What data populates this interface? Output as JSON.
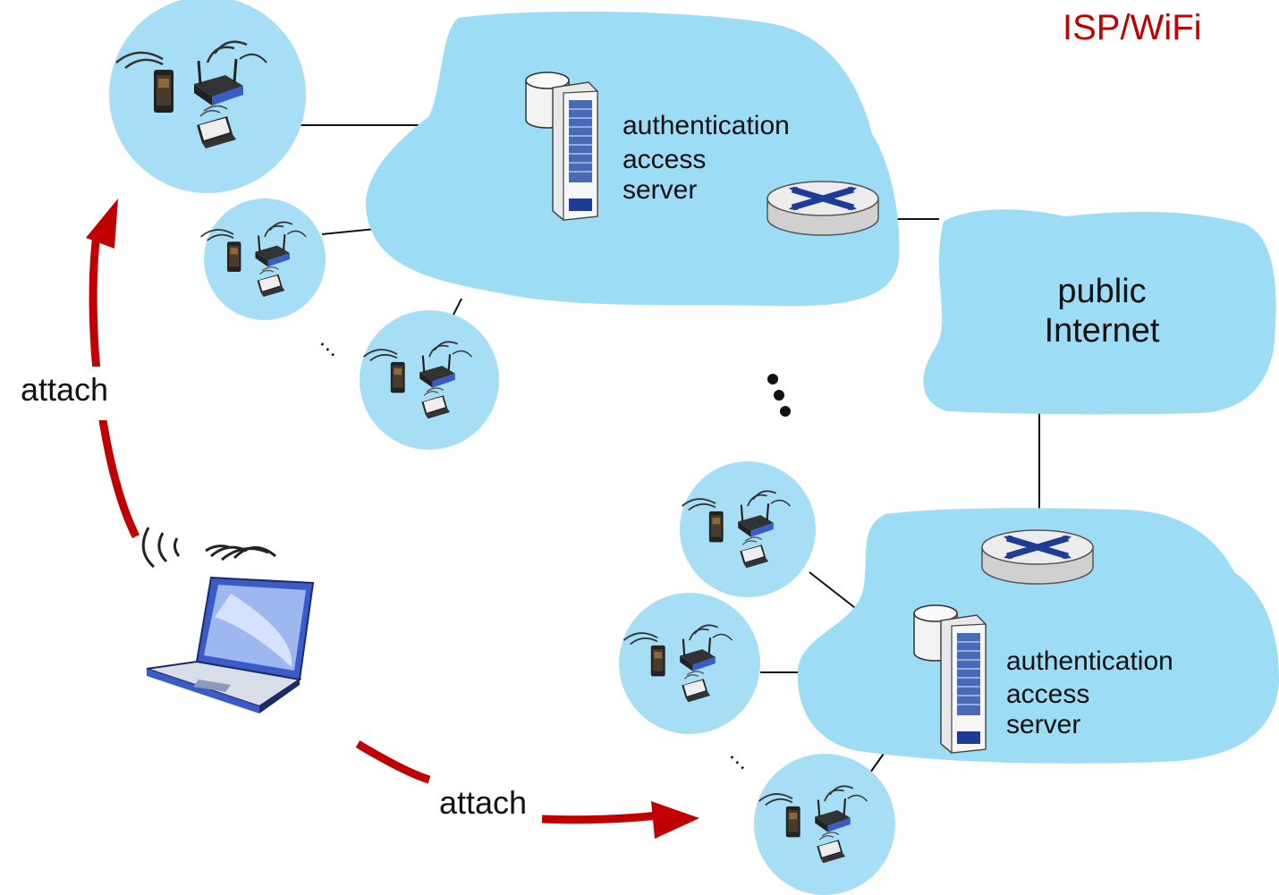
{
  "title": {
    "text": "ISP/WiFi",
    "color": "#c00000"
  },
  "clouds": {
    "isp_top": {
      "server_lines": [
        "authentication",
        "access",
        "server"
      ]
    },
    "internet": {
      "lines": [
        "public",
        "Internet"
      ]
    },
    "isp_bottom": {
      "server_lines": [
        "authentication",
        "access",
        "server"
      ]
    }
  },
  "ellipsis": {
    "small": "…"
  },
  "arrows": {
    "up": {
      "label": "attach"
    },
    "right": {
      "label": "attach"
    }
  },
  "colors": {
    "cloud": "#9ddcf5",
    "hotspot": "#a6def5",
    "arrow": "#c00000",
    "router": "#e6e6e6",
    "router_x": "#1e3c96",
    "line": "#111111"
  },
  "icons": [
    "hotspot-icon",
    "router-icon",
    "server-icon",
    "database-icon",
    "laptop-icon",
    "wifi-signal-icon"
  ]
}
